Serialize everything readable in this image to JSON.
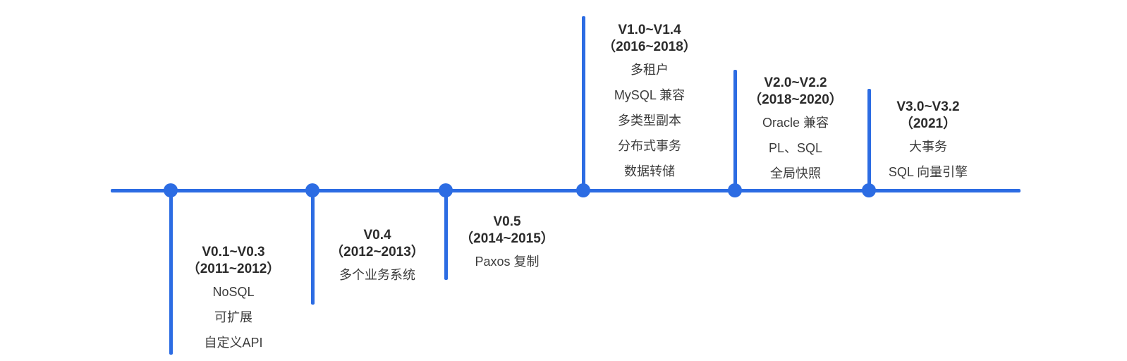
{
  "colors": {
    "accent": "#2C6CE3",
    "title_text": "#2b2b2b",
    "item_text": "#3c3c3c"
  },
  "timeline": {
    "entries": [
      {
        "version": "V0.1~V0.3",
        "years": "（2011~2012）",
        "side": "below",
        "items": [
          "NoSQL",
          "可扩展",
          "自定义API"
        ]
      },
      {
        "version": "V0.4",
        "years": "（2012~2013）",
        "side": "below",
        "items": [
          "多个业务系统"
        ]
      },
      {
        "version": "V0.5",
        "years": "（2014~2015）",
        "side": "below",
        "items": [
          "Paxos 复制"
        ]
      },
      {
        "version": "V1.0~V1.4",
        "years": "（2016~2018）",
        "side": "above",
        "items": [
          "多租户",
          "MySQL 兼容",
          "多类型副本",
          "分布式事务",
          "数据转储"
        ]
      },
      {
        "version": "V2.0~V2.2",
        "years": "（2018~2020）",
        "side": "above",
        "items": [
          "Oracle 兼容",
          "PL、SQL",
          "全局快照"
        ]
      },
      {
        "version": "V3.0~V3.2",
        "years": "（2021）",
        "side": "above",
        "items": [
          "大事务",
          "SQL 向量引擎"
        ]
      }
    ]
  }
}
